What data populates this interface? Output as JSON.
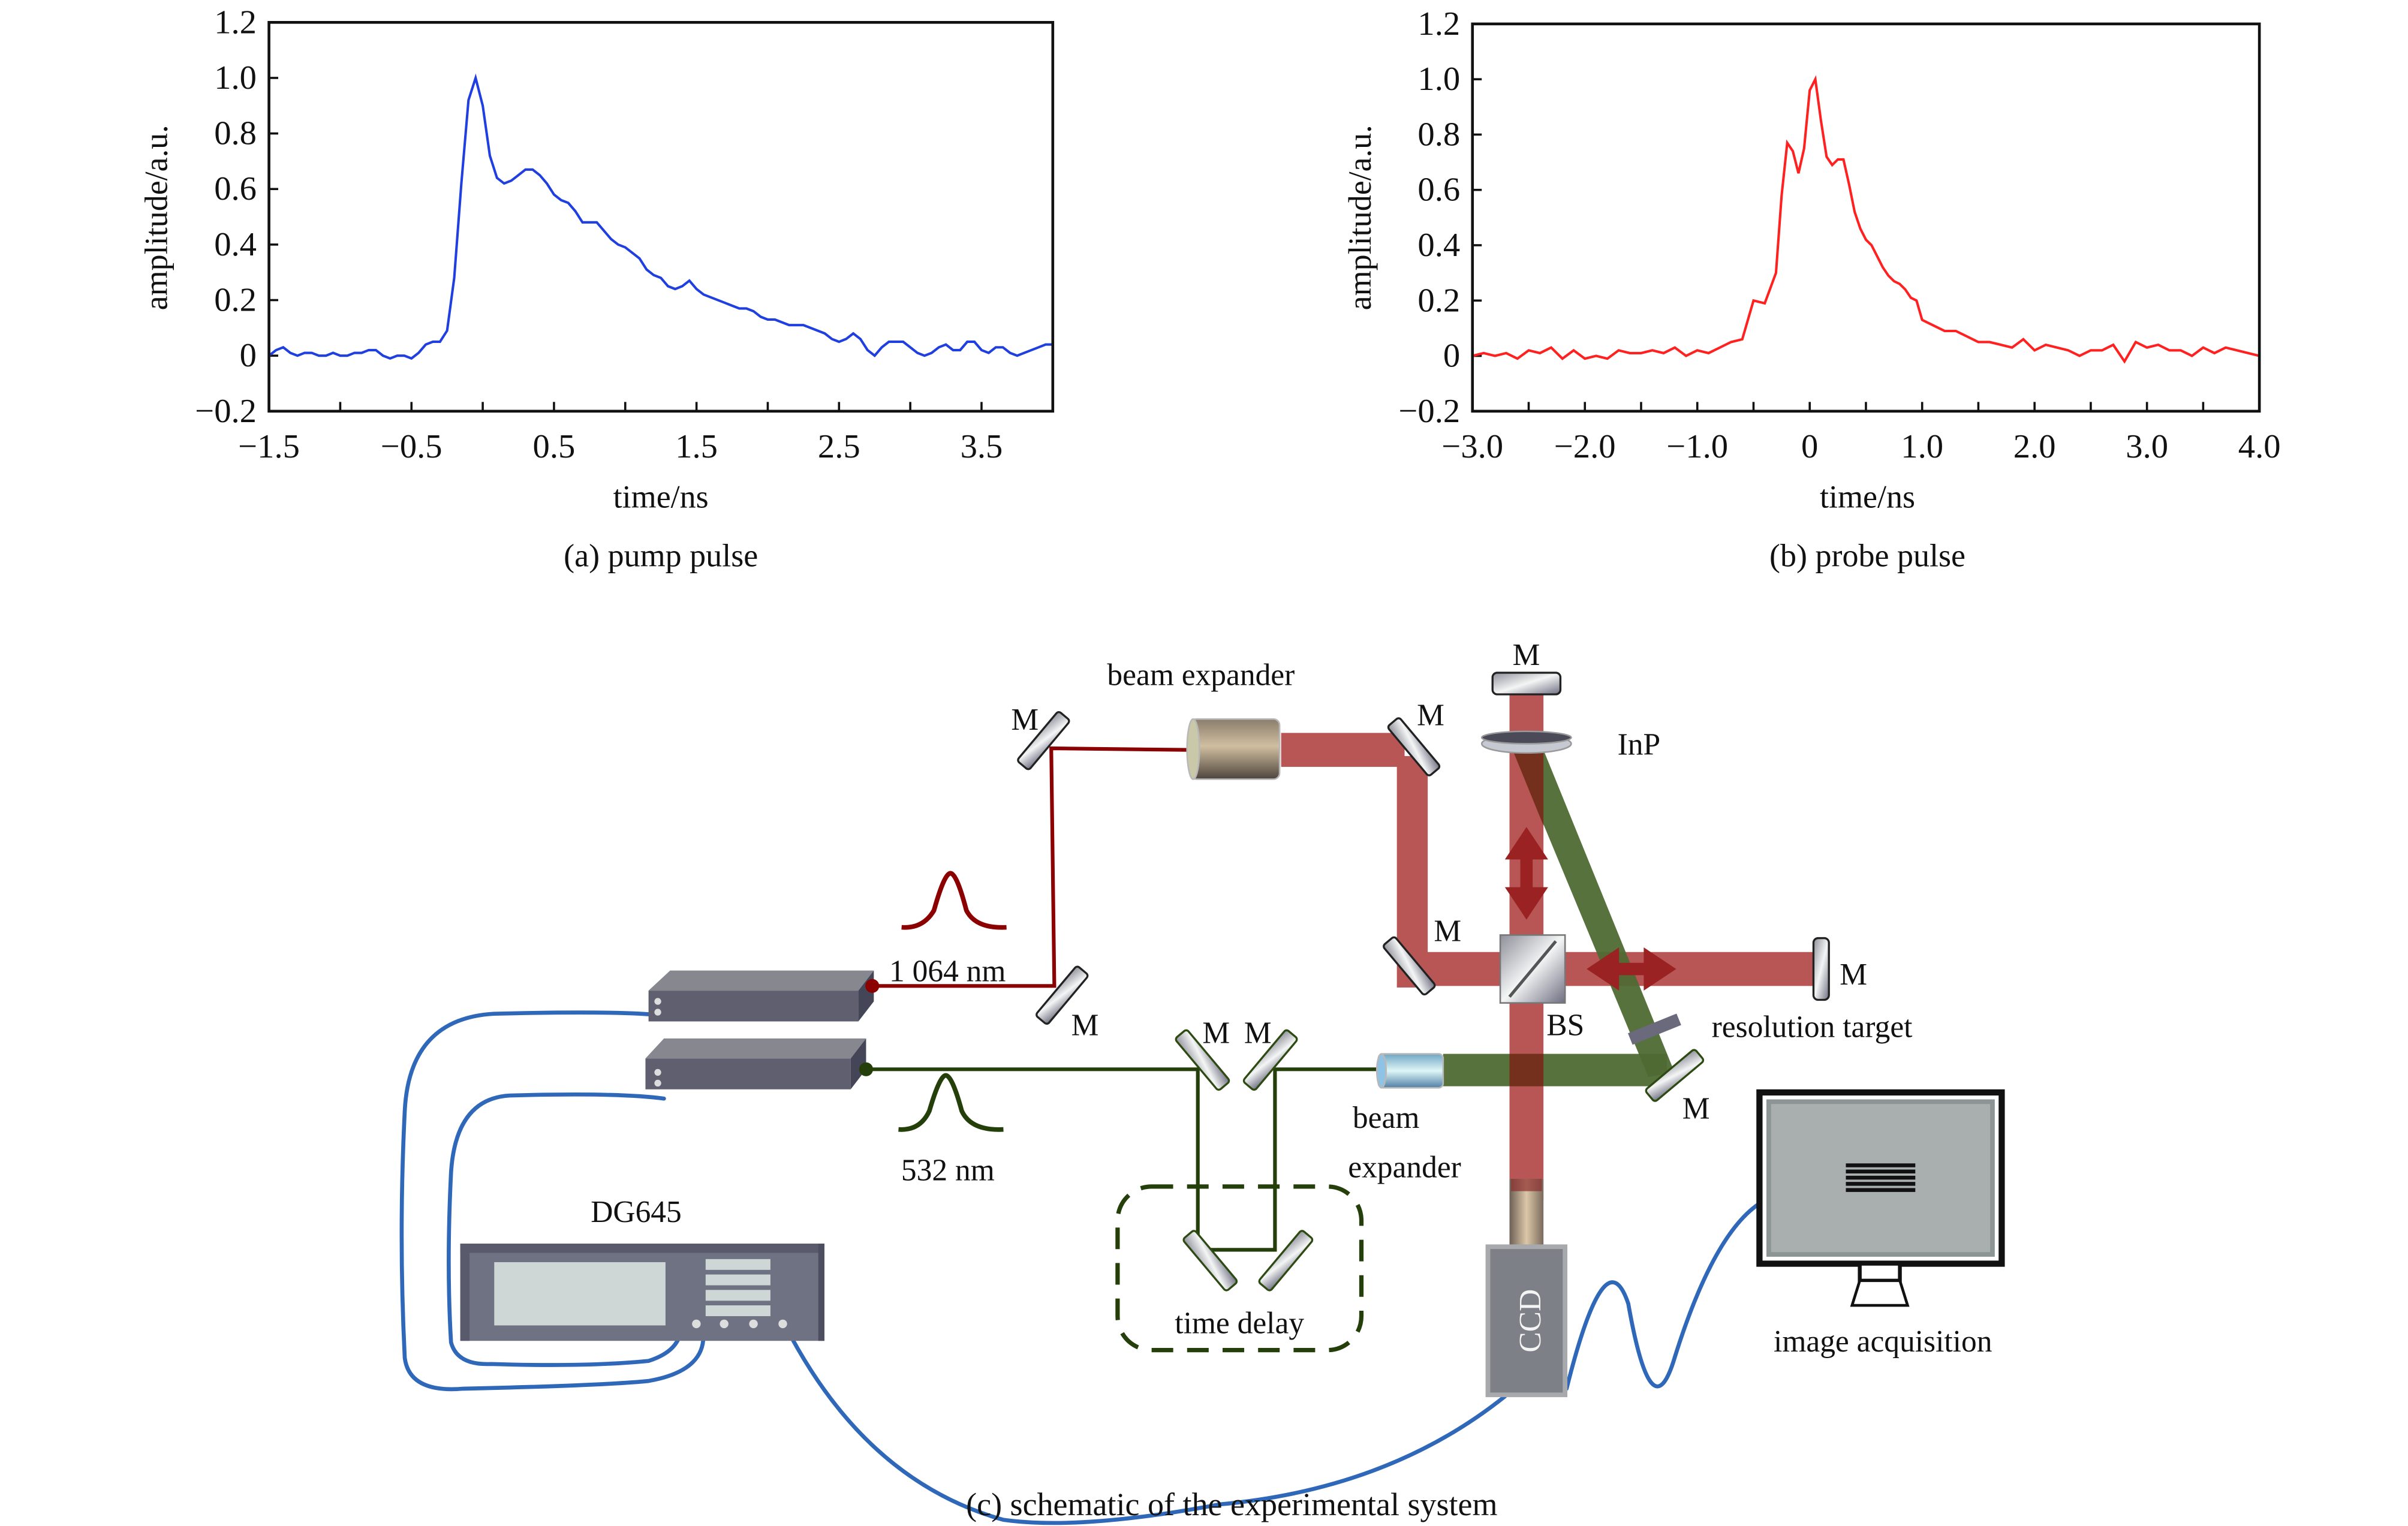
{
  "chart_data": [
    {
      "type": "line",
      "title": "(a) pump pulse",
      "xlabel": "time/ns",
      "ylabel": "amplitude/a.u.",
      "xlim": [
        -1.5,
        4.0
      ],
      "ylim": [
        -0.2,
        1.2
      ],
      "xticks": [
        -1.5,
        -1.0,
        -0.5,
        0,
        0.5,
        1.0,
        1.5,
        2.0,
        2.5,
        3.0,
        3.5,
        4.0
      ],
      "xtick_labels": [
        "−1.5",
        "−0.5",
        "0.5",
        "1.5",
        "2.5",
        "3.5"
      ],
      "xtick_label_values": [
        -1.5,
        -0.5,
        0.5,
        1.5,
        2.5,
        3.5
      ],
      "yticks": [
        1.2,
        1.0,
        0.8,
        0.6,
        0.4,
        0.2,
        0,
        -0.2
      ],
      "ytick_labels": [
        "1.2",
        "1.0",
        "0.8",
        "0.6",
        "0.4",
        "0.2",
        "0",
        "−0.2"
      ],
      "color": "#1f3fe0",
      "grid": false,
      "series": [
        {
          "name": "pump pulse",
          "x": [
            -1.5,
            -1.45,
            -1.4,
            -1.35,
            -1.3,
            -1.25,
            -1.2,
            -1.15,
            -1.1,
            -1.05,
            -1.0,
            -0.95,
            -0.9,
            -0.85,
            -0.8,
            -0.75,
            -0.7,
            -0.65,
            -0.6,
            -0.55,
            -0.5,
            -0.45,
            -0.4,
            -0.35,
            -0.3,
            -0.25,
            -0.2,
            -0.15,
            -0.1,
            -0.05,
            0.0,
            0.05,
            0.1,
            0.15,
            0.2,
            0.25,
            0.3,
            0.35,
            0.4,
            0.45,
            0.5,
            0.55,
            0.6,
            0.65,
            0.7,
            0.75,
            0.8,
            0.85,
            0.9,
            0.95,
            1.0,
            1.05,
            1.1,
            1.15,
            1.2,
            1.25,
            1.3,
            1.35,
            1.4,
            1.45,
            1.5,
            1.55,
            1.6,
            1.65,
            1.7,
            1.75,
            1.8,
            1.85,
            1.9,
            1.95,
            2.0,
            2.05,
            2.1,
            2.15,
            2.2,
            2.25,
            2.3,
            2.35,
            2.4,
            2.45,
            2.5,
            2.55,
            2.6,
            2.65,
            2.7,
            2.75,
            2.8,
            2.85,
            2.9,
            2.95,
            3.0,
            3.05,
            3.1,
            3.15,
            3.2,
            3.25,
            3.3,
            3.35,
            3.4,
            3.45,
            3.5,
            3.55,
            3.6,
            3.65,
            3.7,
            3.75,
            3.8,
            3.85,
            3.9,
            3.95,
            4.0
          ],
          "y": [
            0.0,
            0.02,
            0.03,
            0.01,
            0.0,
            0.01,
            0.01,
            0.0,
            0.0,
            0.01,
            0.0,
            0.0,
            0.01,
            0.01,
            0.02,
            0.02,
            0.0,
            -0.01,
            0.0,
            0.0,
            -0.01,
            0.01,
            0.04,
            0.05,
            0.05,
            0.09,
            0.28,
            0.62,
            0.92,
            1.0,
            0.9,
            0.72,
            0.64,
            0.62,
            0.63,
            0.65,
            0.67,
            0.67,
            0.65,
            0.62,
            0.58,
            0.56,
            0.55,
            0.52,
            0.48,
            0.48,
            0.48,
            0.45,
            0.42,
            0.4,
            0.39,
            0.37,
            0.35,
            0.31,
            0.29,
            0.28,
            0.25,
            0.24,
            0.25,
            0.27,
            0.24,
            0.22,
            0.21,
            0.2,
            0.19,
            0.18,
            0.17,
            0.17,
            0.16,
            0.14,
            0.13,
            0.13,
            0.12,
            0.11,
            0.11,
            0.11,
            0.1,
            0.09,
            0.08,
            0.06,
            0.05,
            0.06,
            0.08,
            0.06,
            0.02,
            0.0,
            0.03,
            0.05,
            0.05,
            0.05,
            0.03,
            0.01,
            0.0,
            0.01,
            0.03,
            0.04,
            0.02,
            0.02,
            0.05,
            0.05,
            0.02,
            0.01,
            0.03,
            0.03,
            0.01,
            0.0,
            0.01,
            0.02,
            0.03,
            0.04,
            0.04
          ]
        }
      ]
    },
    {
      "type": "line",
      "title": "(b) probe pulse",
      "xlabel": "time/ns",
      "ylabel": "amplitude/a.u.",
      "xlim": [
        -3.0,
        4.0
      ],
      "ylim": [
        -0.2,
        1.2
      ],
      "xticks": [
        -3.0,
        -2.5,
        -2.0,
        -1.5,
        -1.0,
        -0.5,
        0,
        0.5,
        1.0,
        1.5,
        2.0,
        2.5,
        3.0,
        3.5,
        4.0
      ],
      "xtick_labels": [
        "−3.0",
        "−2.0",
        "−1.0",
        "0",
        "1.0",
        "2.0",
        "3.0",
        "4.0"
      ],
      "xtick_label_values": [
        -3.0,
        -2.0,
        -1.0,
        0,
        1.0,
        2.0,
        3.0,
        4.0
      ],
      "yticks": [
        1.2,
        1.0,
        0.8,
        0.6,
        0.4,
        0.2,
        0,
        -0.2
      ],
      "ytick_labels": [
        "1.2",
        "1.0",
        "0.8",
        "0.6",
        "0.4",
        "0.2",
        "0",
        "−0.2"
      ],
      "color": "#ff2020",
      "grid": false,
      "series": [
        {
          "name": "probe pulse",
          "x": [
            -3.0,
            -2.9,
            -2.8,
            -2.7,
            -2.6,
            -2.5,
            -2.4,
            -2.3,
            -2.2,
            -2.1,
            -2.0,
            -1.9,
            -1.8,
            -1.7,
            -1.6,
            -1.5,
            -1.4,
            -1.3,
            -1.2,
            -1.1,
            -1.0,
            -0.9,
            -0.8,
            -0.7,
            -0.6,
            -0.5,
            -0.4,
            -0.3,
            -0.25,
            -0.2,
            -0.15,
            -0.1,
            -0.05,
            0.0,
            0.05,
            0.1,
            0.15,
            0.2,
            0.25,
            0.3,
            0.35,
            0.4,
            0.45,
            0.5,
            0.55,
            0.6,
            0.65,
            0.7,
            0.75,
            0.8,
            0.85,
            0.9,
            0.95,
            1.0,
            1.1,
            1.2,
            1.3,
            1.4,
            1.5,
            1.6,
            1.7,
            1.8,
            1.9,
            2.0,
            2.1,
            2.2,
            2.3,
            2.4,
            2.5,
            2.6,
            2.7,
            2.8,
            2.9,
            3.0,
            3.1,
            3.2,
            3.3,
            3.4,
            3.5,
            3.6,
            3.7,
            3.8,
            3.9,
            4.0
          ],
          "y": [
            0.0,
            0.01,
            0.0,
            0.01,
            -0.01,
            0.02,
            0.01,
            0.03,
            -0.01,
            0.02,
            -0.01,
            0.0,
            -0.01,
            0.02,
            0.01,
            0.01,
            0.02,
            0.01,
            0.03,
            0.0,
            0.02,
            0.01,
            0.03,
            0.05,
            0.06,
            0.2,
            0.19,
            0.3,
            0.58,
            0.77,
            0.74,
            0.66,
            0.75,
            0.96,
            1.0,
            0.85,
            0.72,
            0.69,
            0.71,
            0.71,
            0.62,
            0.52,
            0.46,
            0.42,
            0.4,
            0.36,
            0.32,
            0.29,
            0.27,
            0.26,
            0.24,
            0.21,
            0.2,
            0.13,
            0.11,
            0.09,
            0.09,
            0.07,
            0.05,
            0.05,
            0.04,
            0.03,
            0.06,
            0.02,
            0.04,
            0.03,
            0.02,
            0.0,
            0.02,
            0.02,
            0.04,
            -0.02,
            0.05,
            0.03,
            0.04,
            0.02,
            0.02,
            0.0,
            0.03,
            0.01,
            0.03,
            0.02,
            0.01,
            0.0
          ]
        }
      ]
    }
  ],
  "schematic": {
    "caption": "(c) schematic of the experimental system",
    "labels": {
      "beam_expander_top": "beam expander",
      "beam_expander_bottom_1": "beam",
      "beam_expander_bottom_2": "expander",
      "mirror": "M",
      "inp": "InP",
      "bs": "BS",
      "resolution_target": "resolution target",
      "wavelength_1064": "1 064 nm",
      "wavelength_532": "532 nm",
      "dg645": "DG645",
      "time_delay": "time delay",
      "ccd": "CCD",
      "image_acquisition": "image acquisition"
    },
    "colors": {
      "ir_beam": "#8b0000",
      "ir_beam_wide": "#b85555",
      "green_beam": "#243f0a",
      "green_beam_wide": "#4f6a33",
      "cable": "#2f68b8",
      "device": "#5f5f70"
    }
  }
}
